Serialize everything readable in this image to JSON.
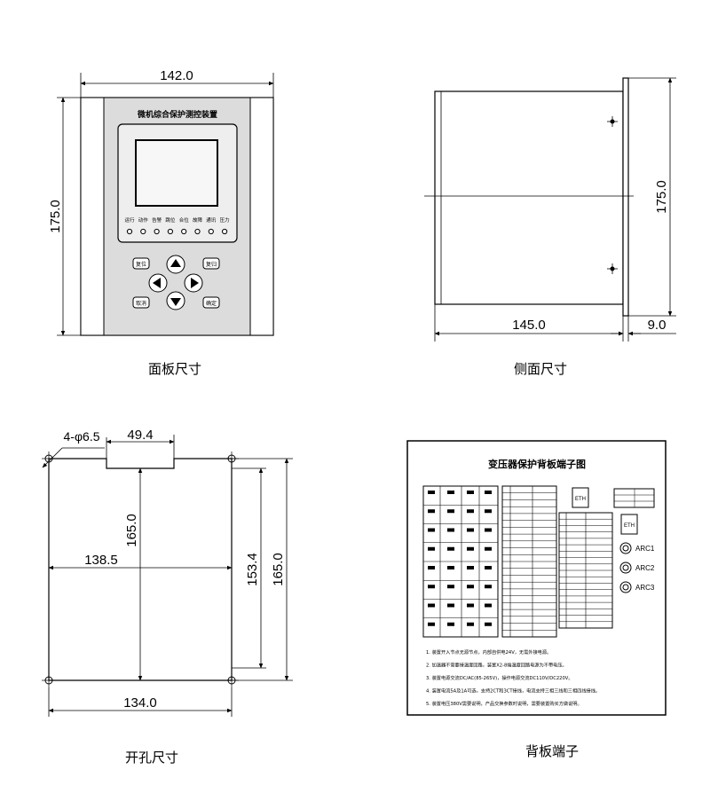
{
  "panel": {
    "dim_width": "142.0",
    "dim_height": "175.0",
    "device_title": "微机综合保护测控装置",
    "indicators": [
      "运行",
      "动作",
      "告警",
      "跳位",
      "合位",
      "故障",
      "通讯",
      "压力"
    ],
    "keys": {
      "reset": "复位",
      "menu": "复归",
      "cancel": "取消",
      "confirm": "确定"
    },
    "caption": "面板尺寸"
  },
  "side": {
    "dim_height": "175.0",
    "dim_depth": "145.0",
    "dim_flange": "9.0",
    "caption": "侧面尺寸"
  },
  "cutout": {
    "hole_spec": "4-φ6.5",
    "dim_notch": "49.4",
    "dim_inner_height": "165.0",
    "dim_inner_width": "138.5",
    "dim_hole_spacing_v": "153.4",
    "dim_outer_height": "165.0",
    "dim_hole_spacing_h": "134.0",
    "caption": "开孔尺寸"
  },
  "rear": {
    "title": "变压器保护背板端子图",
    "eth_label": "ETH",
    "arc_labels": [
      "ARC1",
      "ARC2",
      "ARC3"
    ],
    "notes": [
      "1. 装置开入节点无源节点，内部自供电24V，无需外接电源。",
      "2. 加温器不需要接温度回路，装置X2-8端温度回路电源为不带电压。",
      "3. 装置电源交流DC/AC(85-265V)，操作电源交流DC110V/DC220V。",
      "4. 装置电流5A及1A可选，支持2CT和3CT接线，电流支持三相三线和三相四线接线。",
      "5. 装置电压380V需要说明，产品交换参数时说明，需要装置购买方做说明。"
    ],
    "caption": "背板端子"
  },
  "colors": {
    "line": "#000000",
    "panel_face": "#d9d9d9",
    "screen": "#f2f2f2"
  }
}
